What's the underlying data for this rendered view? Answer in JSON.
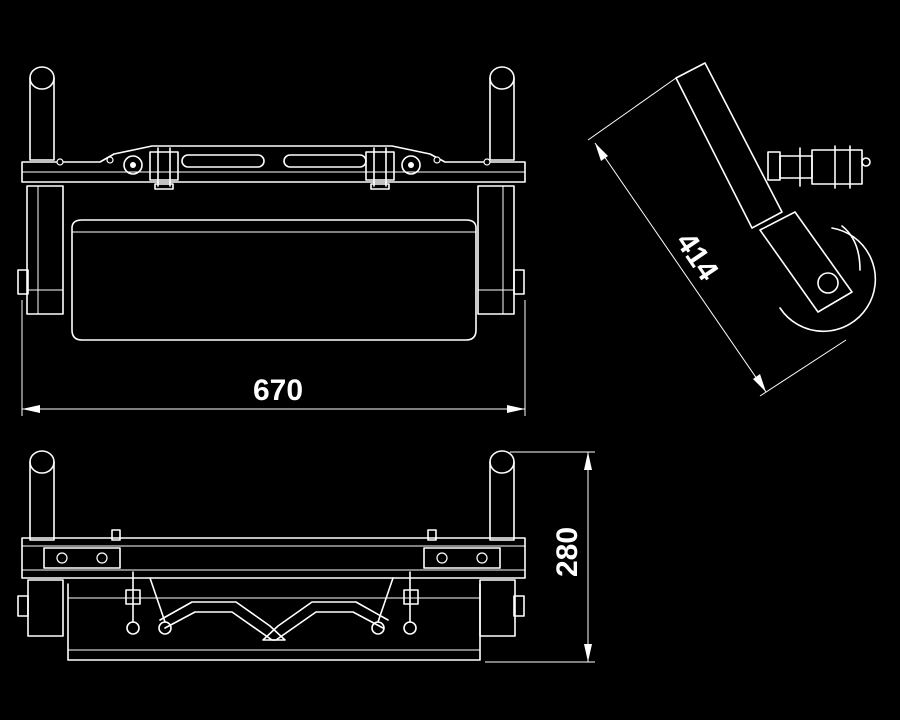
{
  "drawing": {
    "background_color": "#000000",
    "line_color": "#ffffff"
  },
  "dimensions": {
    "width_label": "670",
    "height_label": "280",
    "diagonal_label": "414"
  }
}
